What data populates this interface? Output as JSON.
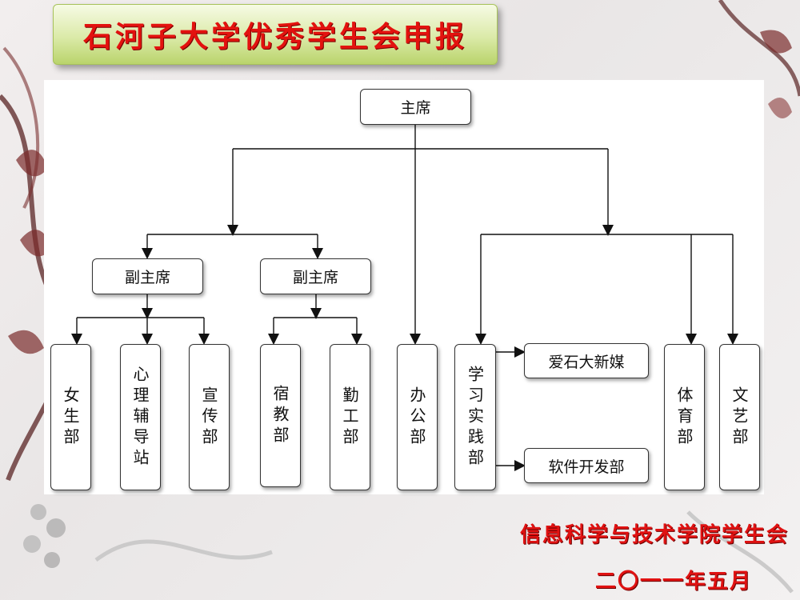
{
  "title": "石河子大学优秀学生会申报",
  "nodes": {
    "chair": "主席",
    "vice_left": "副主席",
    "vice_right": "副主席",
    "women": "女生部",
    "counsel": "心理辅导站",
    "publicity": "宣传部",
    "dorm": "宿教部",
    "work": "勤工部",
    "office": "办公部",
    "study": "学习实践部",
    "media": "爱石大新媒",
    "software": "软件开发部",
    "sports": "体育部",
    "arts": "文艺部"
  },
  "footer": {
    "org": "信息科学与技术学院学生会",
    "date": "二〇一一年五月"
  }
}
